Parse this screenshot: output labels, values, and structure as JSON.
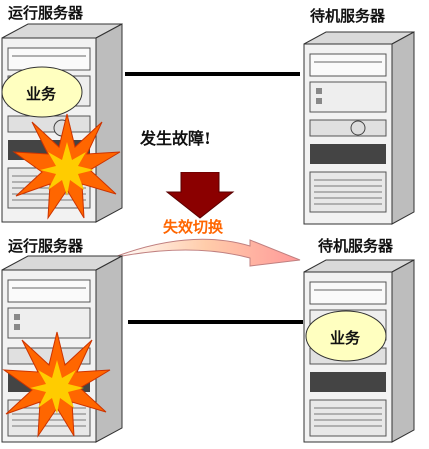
{
  "top": {
    "active_label": "运行服务器",
    "standby_label": "待机服务器",
    "service_label": "业务",
    "failure_label": "发生故障!"
  },
  "transition": {
    "failover_label": "失效切换"
  },
  "bottom": {
    "active_label": "运行服务器",
    "standby_label": "待机服务器",
    "service_label": "业务"
  },
  "colors": {
    "server_face": "#f2f2f2",
    "server_side": "#bdbdbd",
    "server_top": "#d9d9d9",
    "service_bubble": "#ffffc0",
    "explosion_outer": "#ff6600",
    "explosion_inner": "#ffcc00",
    "arrow_down": "#8b0000",
    "failover_text": "#ff6600"
  }
}
